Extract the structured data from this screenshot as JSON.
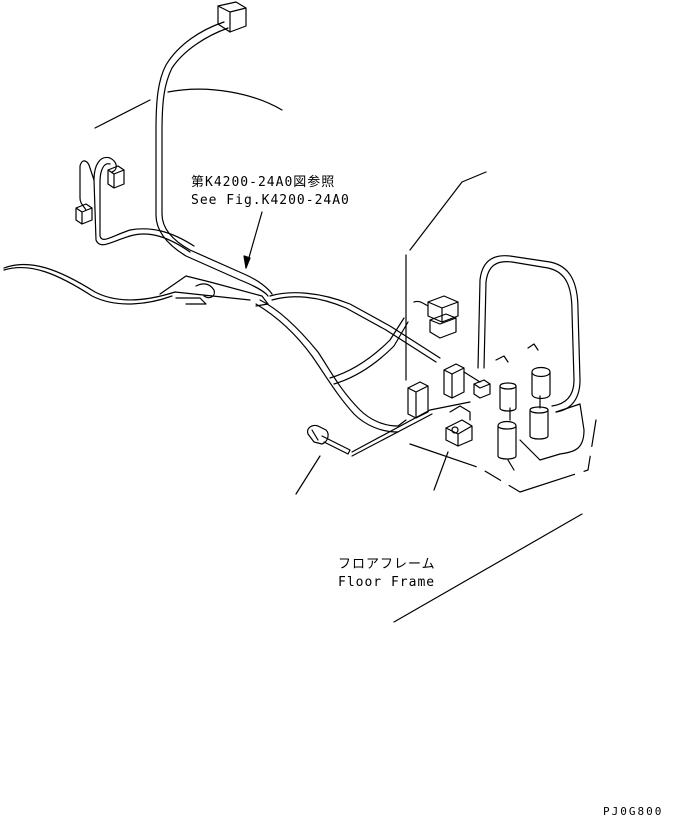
{
  "labels": {
    "ref_jp": "第K4200-24A0図参照",
    "ref_en": "See Fig.K4200-24A0",
    "floor_jp": "フロアフレーム",
    "floor_en": "Floor Frame",
    "drawing_code": "PJ0G800"
  },
  "colors": {
    "ink": "#000000",
    "paper": "#ffffff"
  }
}
